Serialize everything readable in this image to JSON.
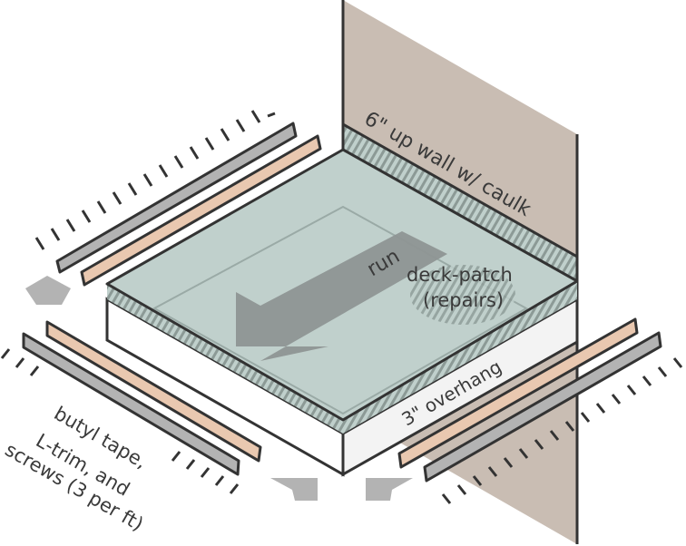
{
  "labels": {
    "wall": "6\" up wall w/ caulk",
    "run": "run",
    "patch_line1": "deck-patch",
    "patch_line2": "(repairs)",
    "overhang": "3\" overhang",
    "trim_line1": "butyl tape,",
    "trim_line2": "L-trim, and",
    "trim_line3": "screws (3 per ft)"
  },
  "colors": {
    "wall": "#c9bdb3",
    "membrane": "#c0d0cc",
    "hatch": "#8c9a96",
    "arrow": "#8e9593",
    "trim_gray": "#b3b3b3",
    "tape_tan": "#e9c8b0",
    "outline": "#333333"
  }
}
